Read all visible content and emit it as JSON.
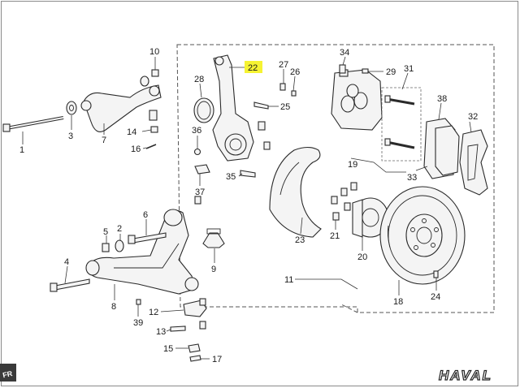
{
  "diagram": {
    "brand_logo": "HAVAL",
    "direction_tag": "FR",
    "highlight_color": "#f6f332",
    "highlighted_callout": "22",
    "callouts": [
      "1",
      "2",
      "3",
      "4",
      "5",
      "6",
      "7",
      "8",
      "9",
      "10",
      "11",
      "12",
      "13",
      "14",
      "15",
      "16",
      "17",
      "18",
      "19",
      "20",
      "21",
      "22",
      "23",
      "24",
      "25",
      "26",
      "27",
      "28",
      "29",
      "31",
      "32",
      "33",
      "34",
      "35",
      "36",
      "37",
      "38",
      "39"
    ]
  }
}
